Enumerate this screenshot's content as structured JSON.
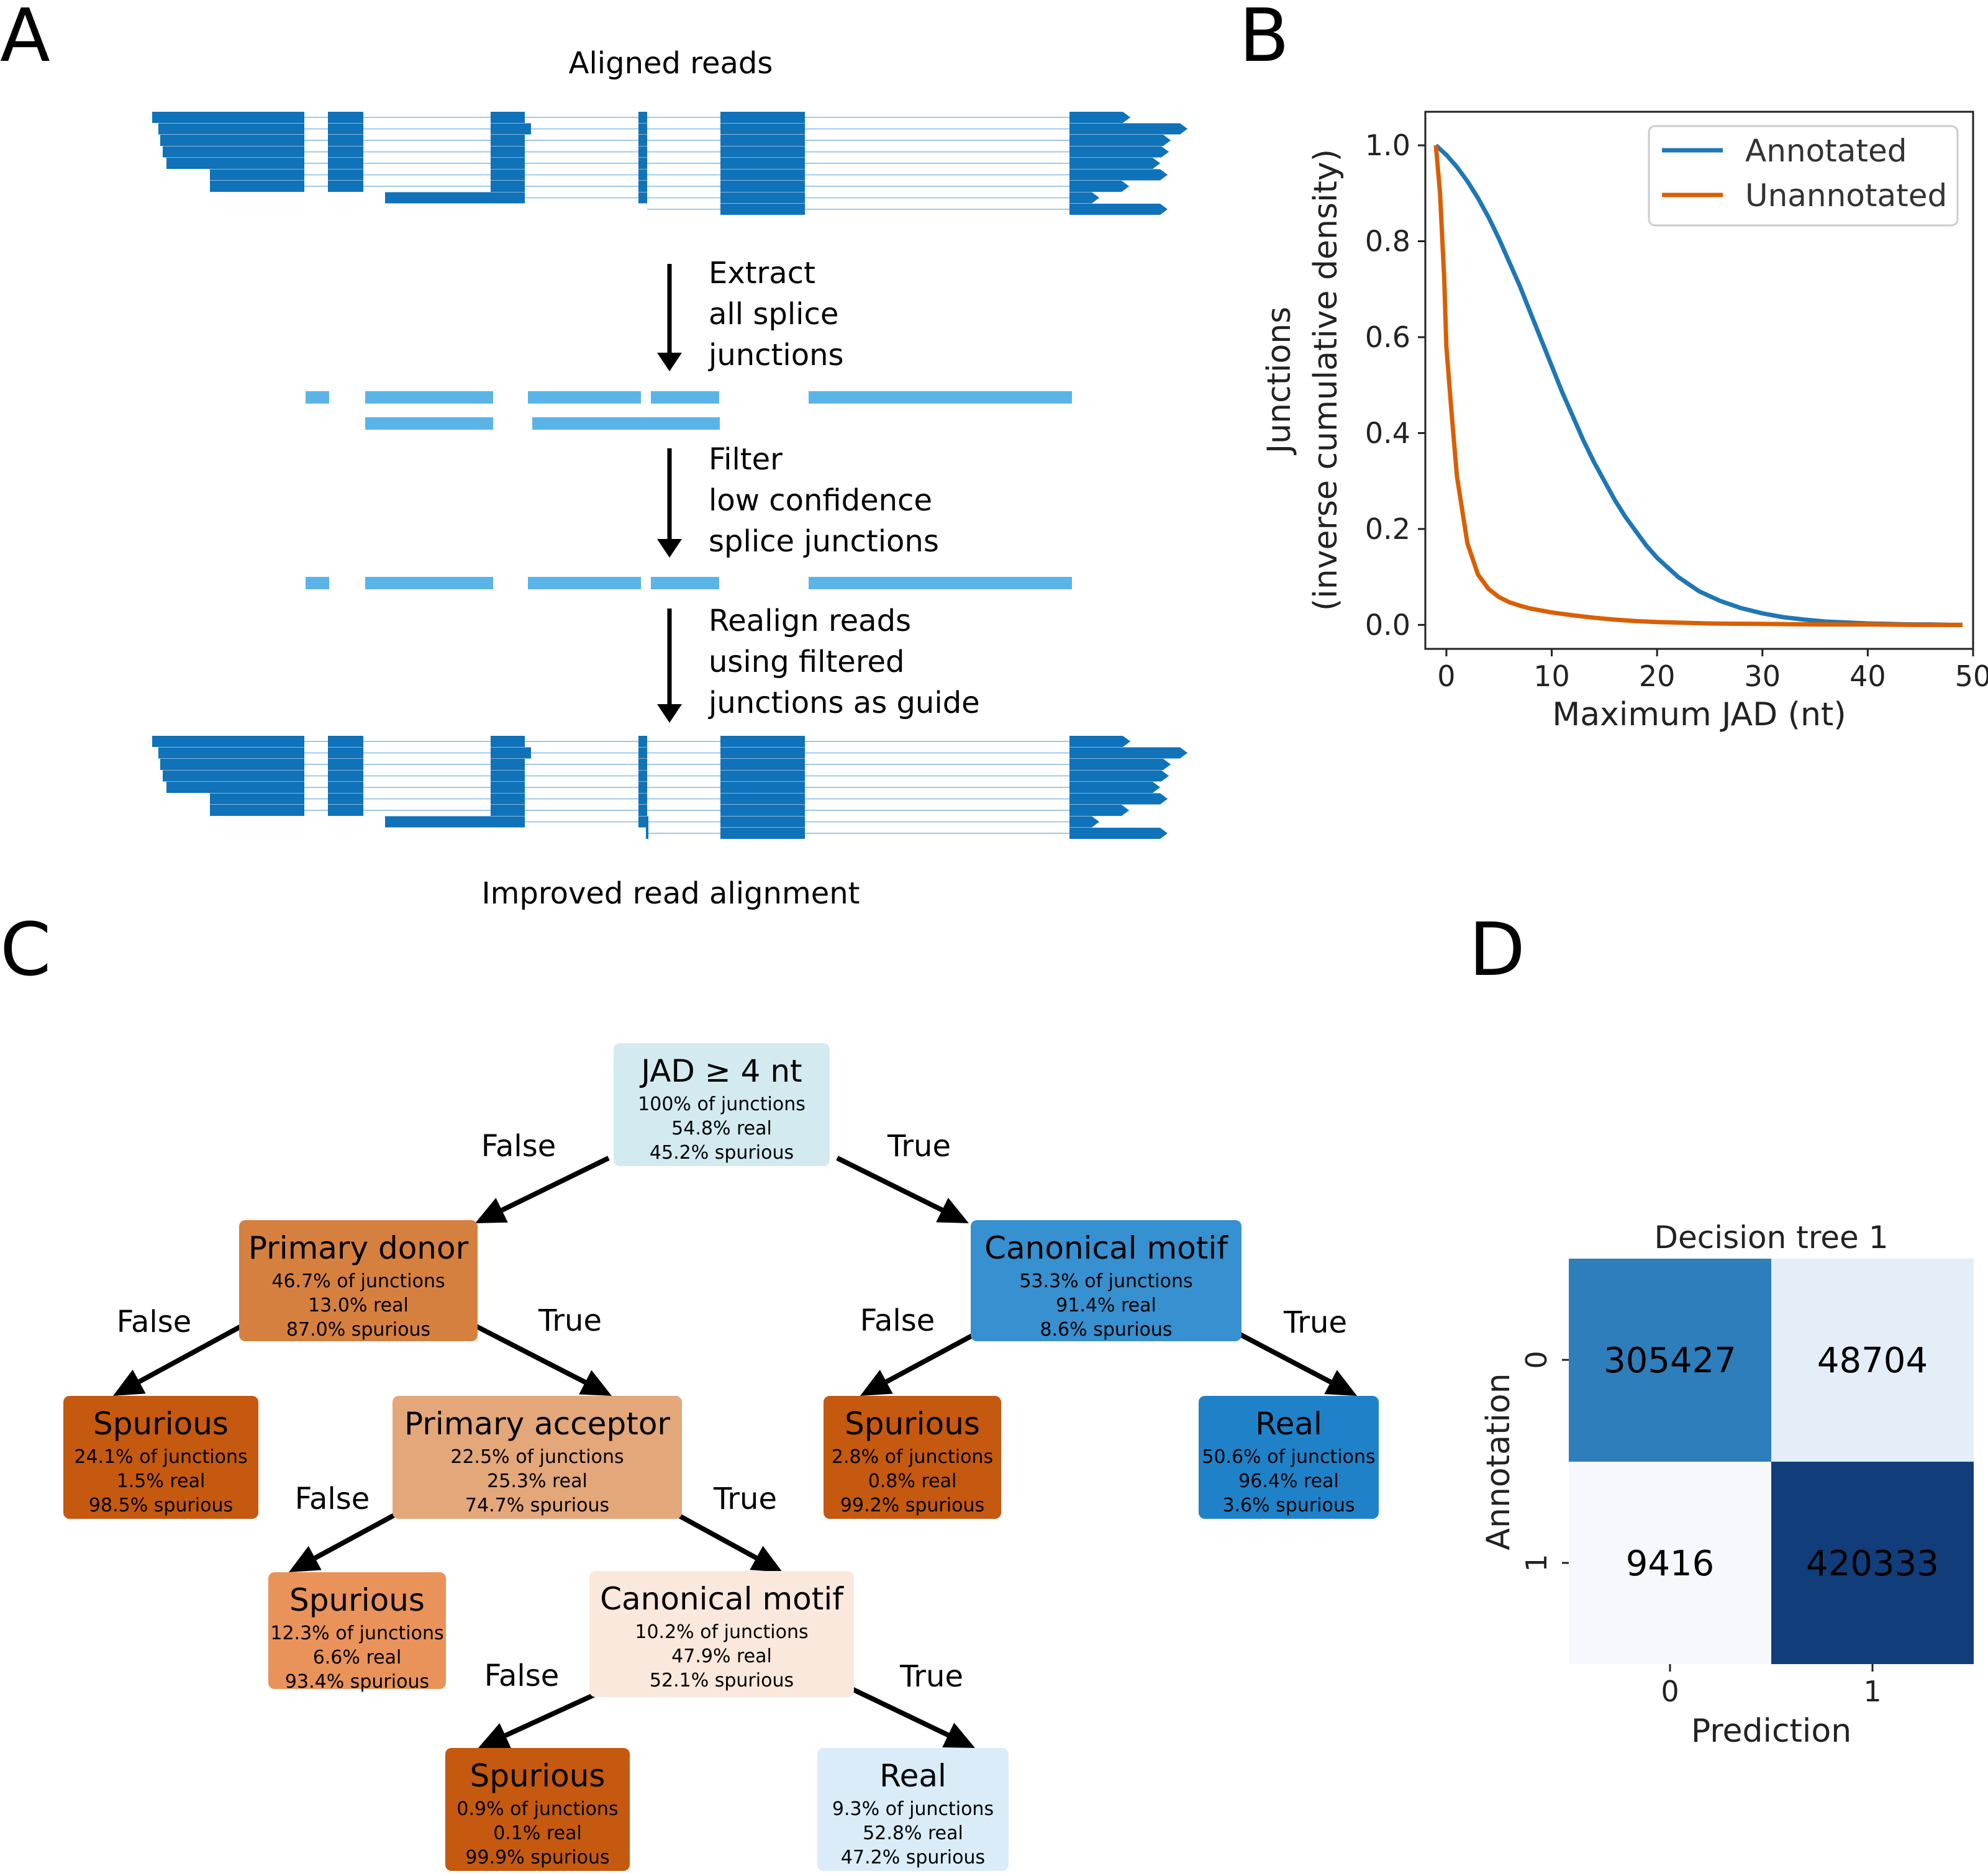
{
  "panels": {
    "a": "A",
    "b": "B",
    "c": "C",
    "d": "D"
  },
  "panel_a": {
    "top_title": "Aligned reads",
    "bottom_title": "Improved read alignment",
    "step1": [
      "Extract",
      "all splice",
      "junctions"
    ],
    "step2": [
      "Filter",
      "low confidence",
      "splice junctions"
    ],
    "step3": [
      "Realign reads",
      "using filtered",
      "junctions as guide"
    ],
    "colors": {
      "reads": "#1072b8",
      "junctions": "#5bb4e8",
      "intron_line": "#9fc9e8"
    }
  },
  "chart_data": {
    "type": "line",
    "xlabel": "Maximum JAD (nt)",
    "ylabel_line1": "Junctions",
    "ylabel_line2": "(inverse cumulative density)",
    "xlim": [
      -2,
      50
    ],
    "ylim": [
      -0.05,
      1.07
    ],
    "xticks": [
      "0",
      "10",
      "20",
      "30",
      "40",
      "50"
    ],
    "yticks": [
      "0.0",
      "0.2",
      "0.4",
      "0.6",
      "0.8",
      "1.0"
    ],
    "legend_position": "top-right",
    "series": [
      {
        "name": "Annotated",
        "color": "#1f77b4",
        "x": [
          -1,
          0,
          1,
          2,
          3,
          4,
          5,
          6,
          7,
          8,
          9,
          10,
          11,
          12,
          13,
          14,
          15,
          16,
          17,
          18,
          19,
          20,
          22,
          24,
          26,
          28,
          30,
          32,
          34,
          36,
          38,
          40,
          42,
          44,
          46,
          48,
          49
        ],
        "y": [
          1.0,
          0.98,
          0.955,
          0.925,
          0.89,
          0.85,
          0.805,
          0.755,
          0.705,
          0.65,
          0.595,
          0.54,
          0.485,
          0.435,
          0.385,
          0.34,
          0.3,
          0.26,
          0.225,
          0.195,
          0.165,
          0.14,
          0.1,
          0.07,
          0.05,
          0.035,
          0.024,
          0.016,
          0.011,
          0.007,
          0.005,
          0.003,
          0.002,
          0.001,
          0.001,
          0.0,
          0.0
        ]
      },
      {
        "name": "Unannotated",
        "color": "#d95f02",
        "x": [
          -1,
          -0.6,
          -0.2,
          0,
          0.5,
          1,
          2,
          3,
          4,
          5,
          6,
          7,
          8,
          10,
          12,
          14,
          16,
          18,
          20,
          25,
          30,
          35,
          40,
          45,
          49
        ],
        "y": [
          1.0,
          0.9,
          0.72,
          0.58,
          0.44,
          0.31,
          0.17,
          0.105,
          0.075,
          0.058,
          0.047,
          0.04,
          0.034,
          0.026,
          0.02,
          0.015,
          0.011,
          0.008,
          0.006,
          0.003,
          0.002,
          0.001,
          0.001,
          0.0,
          0.0
        ]
      }
    ]
  },
  "panel_c": {
    "nodes": [
      {
        "id": "root",
        "title": "JAD ≥ 4 nt",
        "stats": [
          "100% of junctions",
          "54.8% real",
          "45.2% spurious"
        ],
        "color": "#d3ebf0"
      },
      {
        "id": "donor",
        "title": "Primary donor",
        "stats": [
          "46.7% of junctions",
          "13.0% real",
          "87.0% spurious"
        ],
        "color": "#d68040"
      },
      {
        "id": "motif1",
        "title": "Canonical motif",
        "stats": [
          "53.3% of junctions",
          "91.4% real",
          "8.6% spurious"
        ],
        "color": "#3790cf"
      },
      {
        "id": "sp1",
        "title": "Spurious",
        "stats": [
          "24.1% of junctions",
          "1.5% real",
          "98.5% spurious"
        ],
        "color": "#c5590f"
      },
      {
        "id": "acceptor",
        "title": "Primary acceptor",
        "stats": [
          "22.5% of junctions",
          "25.3% real",
          "74.7% spurious"
        ],
        "color": "#e3a77a"
      },
      {
        "id": "sp2",
        "title": "Spurious",
        "stats": [
          "2.8% of junctions",
          "0.8% real",
          "99.2% spurious"
        ],
        "color": "#c5590f"
      },
      {
        "id": "real1",
        "title": "Real",
        "stats": [
          "50.6% of junctions",
          "96.4% real",
          "3.6% spurious"
        ],
        "color": "#1f82c9"
      },
      {
        "id": "sp3",
        "title": "Spurious",
        "stats": [
          "12.3% of junctions",
          "6.6% real",
          "93.4% spurious"
        ],
        "color": "#e9935a"
      },
      {
        "id": "motif2",
        "title": "Canonical motif",
        "stats": [
          "10.2% of  junctions",
          "47.9% real",
          "52.1% spurious"
        ],
        "color": "#fbe8dc"
      },
      {
        "id": "sp4",
        "title": "Spurious",
        "stats": [
          "0.9% of junctions",
          "0.1% real",
          "99.9% spurious"
        ],
        "color": "#c5590f"
      },
      {
        "id": "real2",
        "title": "Real",
        "stats": [
          "9.3% of junctions",
          "52.8% real",
          "47.2% spurious"
        ],
        "color": "#daecf8"
      }
    ],
    "edges": [
      {
        "label": "False"
      },
      {
        "label": "True"
      },
      {
        "label": "False"
      },
      {
        "label": "True"
      },
      {
        "label": "False"
      },
      {
        "label": "True"
      },
      {
        "label": "False"
      },
      {
        "label": "True"
      },
      {
        "label": "False"
      },
      {
        "label": "True"
      }
    ]
  },
  "panel_d": {
    "title": "Decision tree 1",
    "xlabel": "Prediction",
    "ylabel": "Annotation",
    "xticks": [
      "0",
      "1"
    ],
    "yticks": [
      "0",
      "1"
    ],
    "cells": [
      {
        "value": "305427",
        "color": "#2f7ebc",
        "text_color": "#ffffff"
      },
      {
        "value": "48704",
        "color": "#e3eef9",
        "text_color": "#262626"
      },
      {
        "value": "9416",
        "color": "#f5f9fe",
        "text_color": "#262626"
      },
      {
        "value": "420333",
        "color": "#113d7a",
        "text_color": "#ffffff"
      }
    ]
  }
}
